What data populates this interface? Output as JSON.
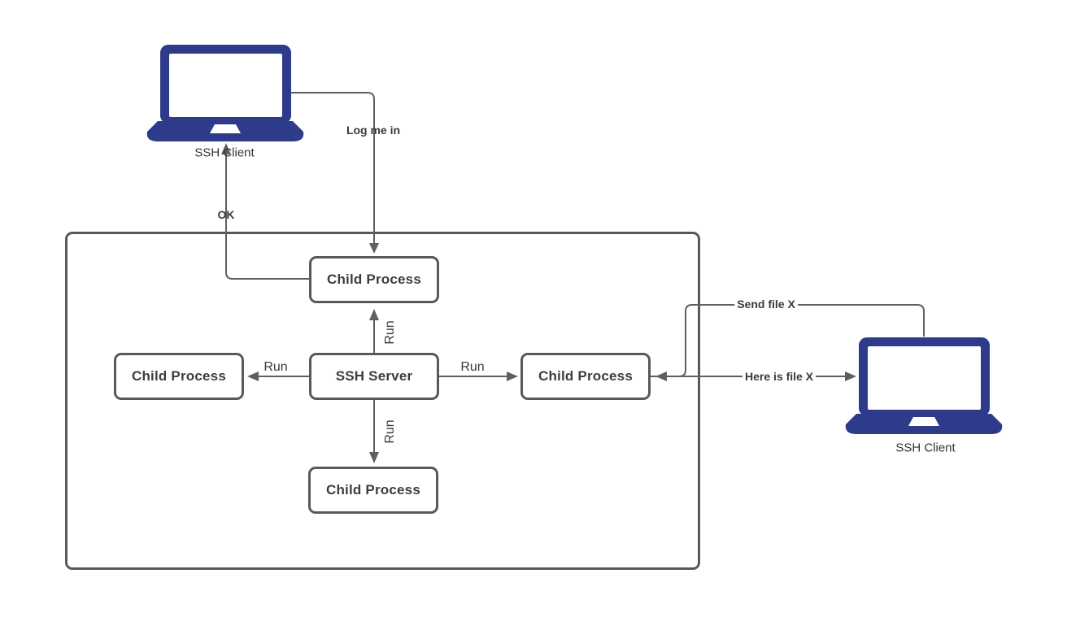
{
  "colors": {
    "laptop": "#2e3a8a",
    "line": "#5f5f5f",
    "box_border": "#595959",
    "box_text": "#3d3d3d"
  },
  "nodes": {
    "top_child": {
      "label": "Child Process"
    },
    "left_child": {
      "label": "Child Process"
    },
    "ssh_server": {
      "label": "SSH Server"
    },
    "right_child": {
      "label": "Child Process"
    },
    "bottom_child": {
      "label": "Child Process"
    }
  },
  "clients": {
    "top_left": {
      "label": "SSH Client"
    },
    "right": {
      "label": "SSH Client"
    }
  },
  "edges": {
    "log_me_in": {
      "label": "Log me in"
    },
    "ok": {
      "label": "OK"
    },
    "run_up": {
      "label": "Run"
    },
    "run_left": {
      "label": "Run"
    },
    "run_right": {
      "label": "Run"
    },
    "run_down": {
      "label": "Run"
    },
    "send_file": {
      "label": "Send file X"
    },
    "here_is_file": {
      "label": "Here is file X"
    }
  }
}
